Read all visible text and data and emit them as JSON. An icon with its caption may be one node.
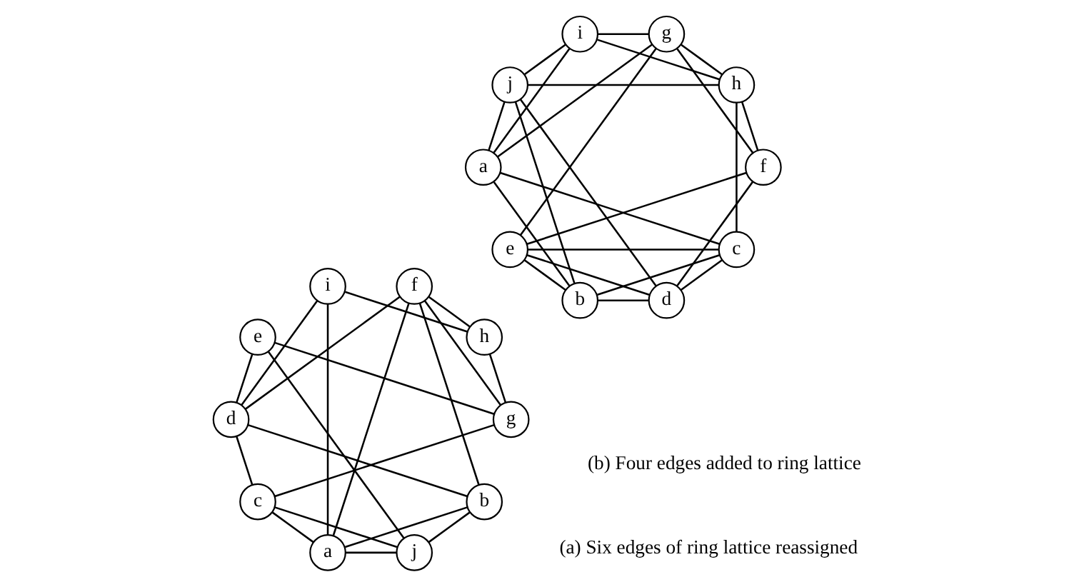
{
  "diagram": {
    "nodes": [
      {
        "text": [
          "a"
        ]
      },
      {
        "text": [
          "b"
        ]
      },
      {
        "text": [
          "c"
        ]
      },
      {
        "text": [
          "d"
        ]
      },
      {
        "text": [
          "e"
        ]
      },
      {
        "text": [
          "f"
        ]
      },
      {
        "text": [
          "g"
        ]
      },
      {
        "text": [
          "h"
        ]
      },
      {
        "text": [
          "i"
        ]
      },
      {
        "text": [
          "j"
        ]
      },
      {
        "text": [
          "a"
        ]
      },
      {
        "text": [
          "b"
        ]
      },
      {
        "text": [
          "c"
        ]
      },
      {
        "text": [
          "d"
        ]
      },
      {
        "text": [
          "e"
        ]
      },
      {
        "text": [
          "f"
        ]
      },
      {
        "text": [
          "g"
        ]
      },
      {
        "text": [
          "h"
        ]
      },
      {
        "text": [
          "i"
        ]
      },
      {
        "text": [
          "j"
        ]
      }
    ],
    "edges": [
      {
        "from": 0,
        "to": 9,
        "arrow": "none"
      },
      {
        "from": 0,
        "to": 1,
        "arrow": "none"
      },
      {
        "from": 9,
        "to": 1,
        "arrow": "none"
      },
      {
        "from": 0,
        "to": 8,
        "arrow": "none"
      },
      {
        "from": 0,
        "to": 5,
        "arrow": "none"
      },
      {
        "from": 0,
        "to": 2,
        "arrow": "none"
      },
      {
        "from": 9,
        "to": 2,
        "arrow": "none"
      },
      {
        "from": 9,
        "to": 4,
        "arrow": "none"
      },
      {
        "from": 8,
        "to": 7,
        "arrow": "none"
      },
      {
        "from": 8,
        "to": 3,
        "arrow": "none"
      },
      {
        "from": 1,
        "to": 5,
        "arrow": "none"
      },
      {
        "from": 1,
        "to": 3,
        "arrow": "none"
      },
      {
        "from": 2,
        "to": 3,
        "arrow": "none"
      },
      {
        "from": 2,
        "to": 6,
        "arrow": "none"
      },
      {
        "from": 7,
        "to": 6,
        "arrow": "none"
      },
      {
        "from": 7,
        "to": 5,
        "arrow": "none"
      },
      {
        "from": 6,
        "to": 5,
        "arrow": "none"
      },
      {
        "from": 6,
        "to": 4,
        "arrow": "none"
      },
      {
        "from": 5,
        "to": 3,
        "arrow": "none"
      },
      {
        "from": 4,
        "to": 3,
        "arrow": "none"
      },
      {
        "from": 10,
        "to": 19,
        "arrow": "none"
      },
      {
        "from": 10,
        "to": 11,
        "arrow": "none"
      },
      {
        "from": 19,
        "to": 11,
        "arrow": "none"
      },
      {
        "from": 10,
        "to": 18,
        "arrow": "none"
      },
      {
        "from": 10,
        "to": 16,
        "arrow": "none"
      },
      {
        "from": 10,
        "to": 12,
        "arrow": "none"
      },
      {
        "from": 19,
        "to": 18,
        "arrow": "none"
      },
      {
        "from": 19,
        "to": 17,
        "arrow": "none"
      },
      {
        "from": 19,
        "to": 13,
        "arrow": "none"
      },
      {
        "from": 11,
        "to": 12,
        "arrow": "none"
      },
      {
        "from": 11,
        "to": 13,
        "arrow": "none"
      },
      {
        "from": 11,
        "to": 14,
        "arrow": "none"
      },
      {
        "from": 18,
        "to": 17,
        "arrow": "none"
      },
      {
        "from": 18,
        "to": 16,
        "arrow": "none"
      },
      {
        "from": 12,
        "to": 17,
        "arrow": "none"
      },
      {
        "from": 12,
        "to": 13,
        "arrow": "none"
      },
      {
        "from": 12,
        "to": 14,
        "arrow": "none"
      },
      {
        "from": 17,
        "to": 16,
        "arrow": "none"
      },
      {
        "from": 17,
        "to": 15,
        "arrow": "none"
      },
      {
        "from": 13,
        "to": 15,
        "arrow": "none"
      },
      {
        "from": 13,
        "to": 14,
        "arrow": "none"
      },
      {
        "from": 16,
        "to": 15,
        "arrow": "none"
      },
      {
        "from": 16,
        "to": 14,
        "arrow": "none"
      },
      {
        "from": 15,
        "to": 14,
        "arrow": "none"
      }
    ],
    "labels": [
      "(a) Six edges of ring lattice reassigned",
      "(b) Four edges added to ring lattice"
    ]
  }
}
